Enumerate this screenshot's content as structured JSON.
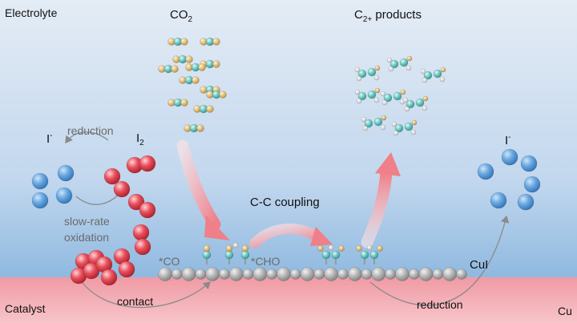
{
  "regions": {
    "electrolyte": "Electrolyte",
    "catalyst": "Catalyst",
    "cu": "Cu"
  },
  "species": {
    "co2": {
      "base": "CO",
      "sub": "2"
    },
    "c2_products": {
      "base": "C",
      "sub": "2+",
      "rest": " products"
    },
    "iodide_left": {
      "base": "I",
      "sup": "-"
    },
    "iodide_right": {
      "base": "I",
      "sup": "-"
    },
    "iodine": {
      "base": "I",
      "sub": "2"
    }
  },
  "process": {
    "reduction_top": "reduction",
    "slow_rate_line1": "slow-rate",
    "slow_rate_line2": "oxidation",
    "contact": "contact",
    "cc_coupling": "C-C coupling",
    "star_co": "*CO",
    "star_cho": "*CHO",
    "cui": "CuI",
    "reduction_bottom": "reduction"
  },
  "colors": {
    "electrolyte_top": "#dfe8f3",
    "electrolyte_bottom": "#8fb9e0",
    "catalyst_top": "#f3a3ac",
    "catalyst_bottom": "#f6c1c6",
    "iodide_blue": "#4f95d6",
    "iodine_red": "#e03a48",
    "cui_gray": "#a9a9a9",
    "carbon_teal": "#6cc7c2",
    "oxygen_tan": "#e3c07d",
    "arrow_pink": "#f08b92"
  }
}
